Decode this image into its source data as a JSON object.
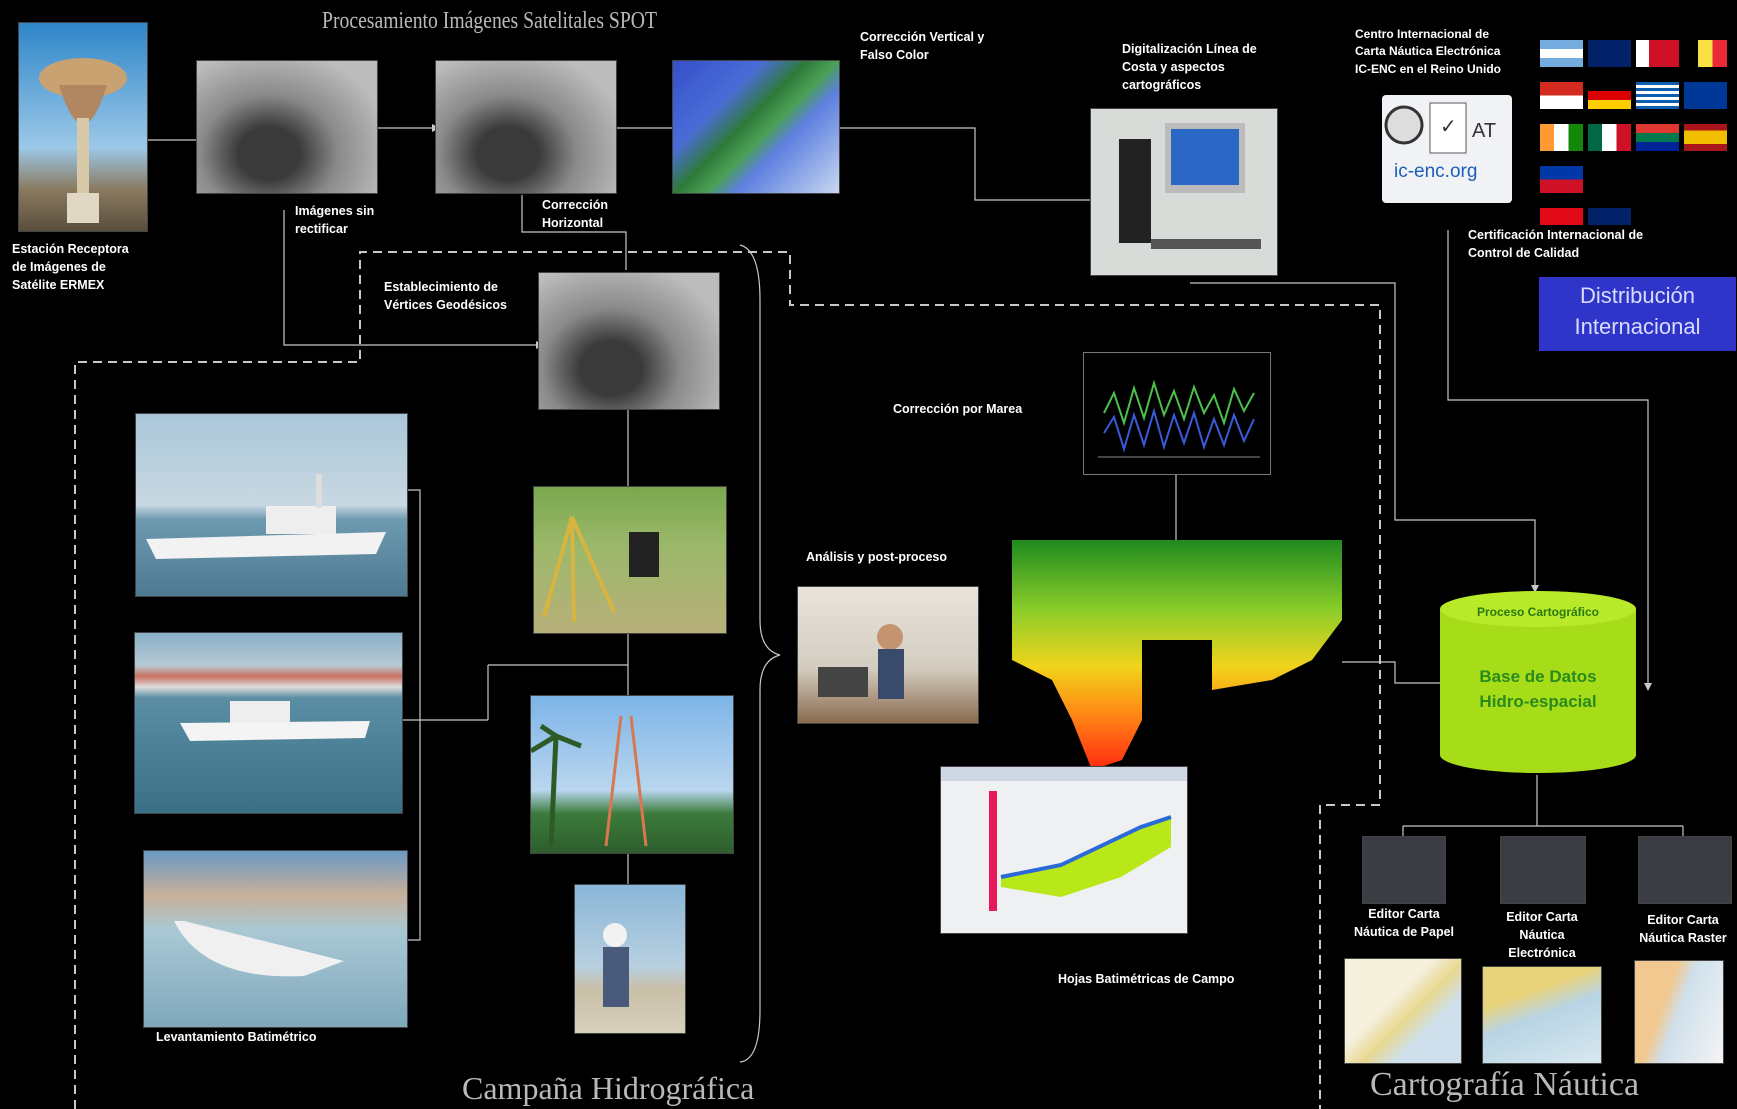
{
  "title": "Procesamiento Imágenes Satelitales SPOT",
  "labels": {
    "estacion": "Estación Receptora\nde Imágenes de\nSatélite ERMEX",
    "sin_rectificar": "Imágenes sin\nrectificar",
    "correccion_horizontal": "Corrección\nHorizontal",
    "correccion_vertical": "Corrección Vertical y\nFalso Color",
    "digitalizacion": "Digitalización Línea de\nCosta y aspectos\ncartográficos",
    "centro_internacional": "Centro Internacional de\nCarta Náutica Electrónica\nIC-ENC en el Reino Unido",
    "certificacion": "Certificación Internacional de\nControl de Calidad",
    "distribucion": "Distribución\nInternacional",
    "vertices": "Establecimiento de\nVértices Geodésicos",
    "marea": "Corrección por Marea",
    "analisis": "Análisis y post-proceso",
    "proceso_cartografico": "Proceso Cartográfico",
    "base_datos": "Base de Datos\nHidro-espacial",
    "editor_papel": "Editor Carta\nNáutica de Papel",
    "editor_electronica": "Editor Carta\nNáutica\nElectrónica",
    "editor_raster": "Editor Carta\nNáutica Raster",
    "hojas": "Hojas Batimétricas de Campo",
    "levantamiento": "Levantamiento Batimétrico",
    "ic_enc_logo": "ic-enc.org"
  },
  "sections": {
    "campana": "Campaña Hidrográfica",
    "cartografia": "Cartografía Náutica"
  },
  "colors": {
    "background": "#000000",
    "distribution_box": "#2f35c9",
    "database_cylinder": "#a6dc18",
    "connector": "#c8c8c8"
  }
}
